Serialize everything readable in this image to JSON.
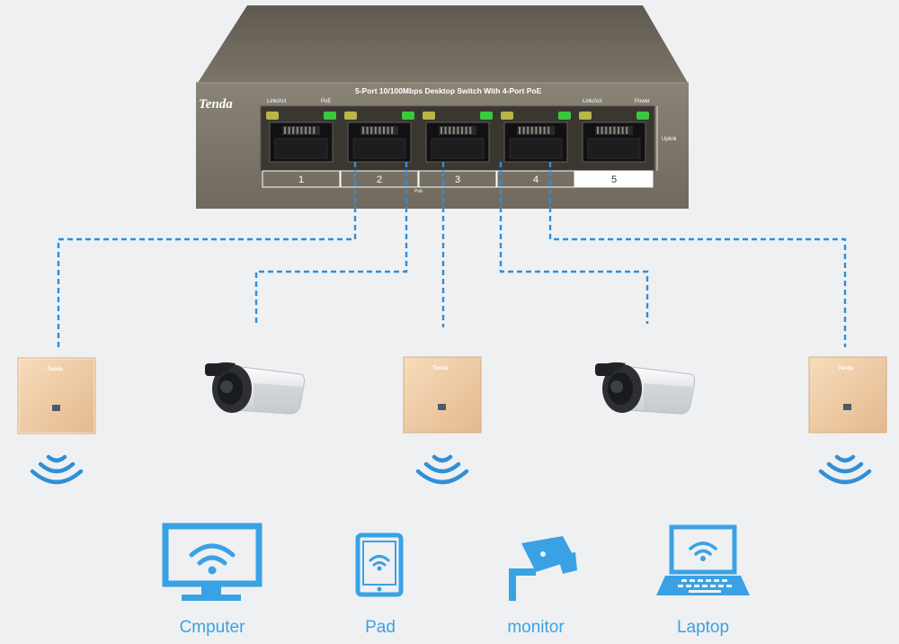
{
  "switch": {
    "brand": "Tenda",
    "title": "5-Port 10/100Mbps Desktop Switch With 4-Port PoE",
    "label_link_act_left": "Link/Act",
    "label_poe": "PoE",
    "label_link_act_right": "Link/Act",
    "label_power": "Power",
    "label_uplink": "Uplink",
    "label_poe_bar": "PoE",
    "ports": [
      "1",
      "2",
      "3",
      "4",
      "5"
    ]
  },
  "access_points": [
    {
      "brand": "Tenda"
    },
    {
      "brand": "Tenda"
    },
    {
      "brand": "Tenda"
    }
  ],
  "clients": [
    {
      "label": "Cmputer",
      "icon": "computer-wifi-icon"
    },
    {
      "label": "Pad",
      "icon": "tablet-wifi-icon"
    },
    {
      "label": "monitor",
      "icon": "security-camera-icon"
    },
    {
      "label": "Laptop",
      "icon": "laptop-wifi-icon"
    }
  ],
  "colors": {
    "background": "#eff0f2",
    "switch_body": "#7a7366",
    "link_line": "#2f8fd8",
    "client_icon": "#3aa2e4",
    "led_yellow": "#b7b646",
    "led_green": "#39c93f",
    "ap_gold": "#ecc9a2"
  }
}
